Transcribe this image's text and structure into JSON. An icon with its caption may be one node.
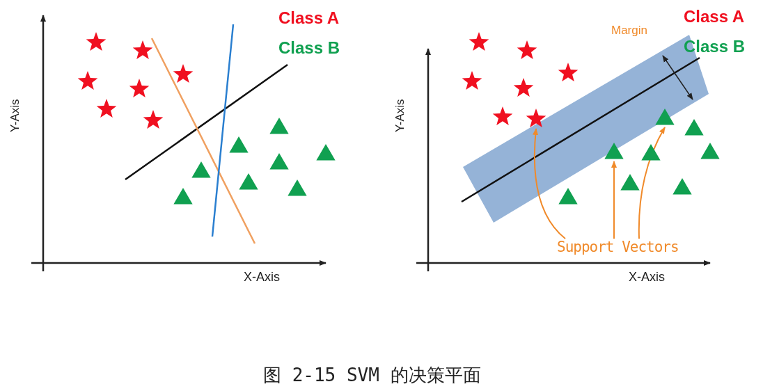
{
  "diagram": {
    "caption": "图 2-15 SVM 的决策平面",
    "nodes": [
      {
        "text": [
          "Support Vectors"
        ]
      },
      {
        "text": [],
        "shape": "star"
      },
      {
        "text": [],
        "shape": "star"
      },
      {
        "text": [],
        "shape": "star"
      },
      {
        "text": [],
        "shape": "star"
      },
      {
        "text": [],
        "shape": "star"
      },
      {
        "text": [],
        "shape": "star"
      },
      {
        "text": [],
        "shape": "star"
      },
      {
        "text": [],
        "shape": "triangle"
      },
      {
        "text": [],
        "shape": "triangle"
      },
      {
        "text": [],
        "shape": "triangle"
      },
      {
        "text": [],
        "shape": "triangle"
      },
      {
        "text": [],
        "shape": "triangle"
      },
      {
        "text": [],
        "shape": "triangle"
      },
      {
        "text": [],
        "shape": "triangle"
      },
      {
        "text": [],
        "shape": "triangle"
      },
      {
        "text": [],
        "shape": "star"
      },
      {
        "text": [],
        "shape": "star"
      },
      {
        "text": [],
        "shape": "star"
      },
      {
        "text": [],
        "shape": "star"
      },
      {
        "text": [],
        "shape": "star"
      },
      {
        "text": [],
        "shape": "star"
      },
      {
        "text": [],
        "shape": "star"
      },
      {
        "text": [],
        "shape": "triangle"
      },
      {
        "text": [],
        "shape": "triangle"
      },
      {
        "text": [],
        "shape": "triangle"
      },
      {
        "text": [],
        "shape": "triangle"
      },
      {
        "text": [],
        "shape": "triangle"
      },
      {
        "text": [],
        "shape": "triangle"
      },
      {
        "text": [],
        "shape": "triangle"
      },
      {
        "text": [],
        "shape": "triangle"
      }
    ],
    "edges": [
      {
        "from": 0,
        "to": 22,
        "arrow": "to"
      },
      {
        "from": 0,
        "to": 25,
        "arrow": "to"
      },
      {
        "from": 0,
        "to": 23,
        "arrow": "to"
      }
    ],
    "labels": [
      "Class A",
      "Class B",
      "Y-Axis",
      "X-Axis",
      "Class A",
      "Margin",
      "Class B",
      "Y-Axis",
      "X-Axis"
    ]
  }
}
